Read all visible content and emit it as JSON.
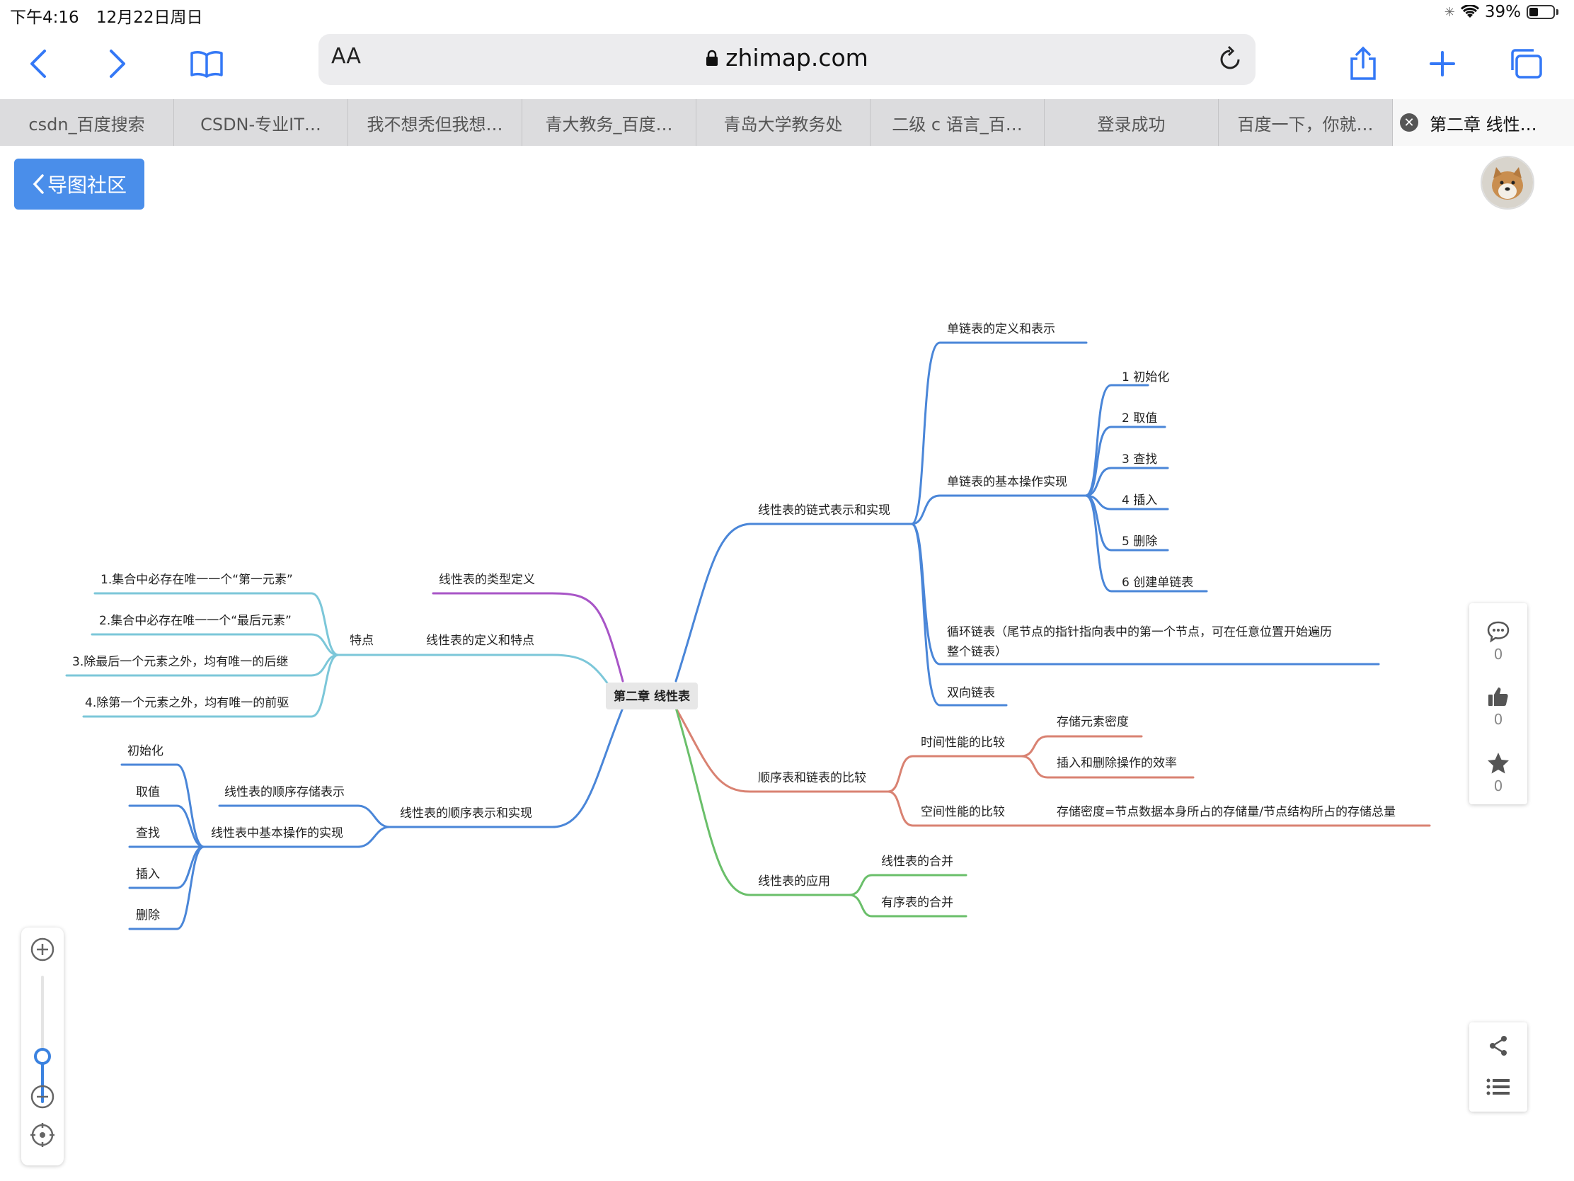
{
  "status_bar": {
    "time": "下午4:16",
    "date": "12月22日周日",
    "battery": "39%",
    "battery_level": 0.39
  },
  "browser": {
    "aa_label": "AA",
    "url": "zhimap.com",
    "tabs": [
      {
        "label": "csdn_百度搜索"
      },
      {
        "label": "CSDN-专业IT…"
      },
      {
        "label": "我不想秃但我想…"
      },
      {
        "label": "青大教务_百度…"
      },
      {
        "label": "青岛大学教务处"
      },
      {
        "label": "二级 c 语言_百…"
      },
      {
        "label": "登录成功"
      },
      {
        "label": "百度一下，你就…"
      },
      {
        "label": "第二章 线性…",
        "active": true
      }
    ]
  },
  "page": {
    "back_label": "导图社区"
  },
  "mindmap": {
    "root": "第二章 线性表",
    "colors": {
      "blue": "#4a86d8",
      "purple": "#a855c7",
      "cyan": "#7cc7d9",
      "salmon": "#d98272",
      "green": "#6abf6a"
    },
    "nodes": {
      "linked": "线性表的链式表示和实现",
      "ll_def": "单链表的定义和表示",
      "ll_ops": "单链表的基本操作实现",
      "ll_op1": "1 初始化",
      "ll_op2": "2 取值",
      "ll_op3": "3 查找",
      "ll_op4": "4 插入",
      "ll_op5": "5 删除",
      "ll_op6": "6 创建单链表",
      "circular_l1": "循环链表（尾节点的指针指向表中的第一个节点，可在任意位置开始遍历",
      "circular_l2": "整个链表）",
      "doubly": "双向链表",
      "compare": "顺序表和链表的比较",
      "time_cmp": "时间性能的比较",
      "density": "存储元素密度",
      "efficiency": "插入和删除操作的效率",
      "space_cmp": "空间性能的比较",
      "density_def": "存储密度=节点数据本身所占的存储量/节点结构所占的存储总量",
      "apply": "线性表的应用",
      "merge": "线性表的合并",
      "ordered_merge": "有序表的合并",
      "type_def": "线性表的类型定义",
      "def_feat": "线性表的定义和特点",
      "feat": "特点",
      "feat1": "1.集合中必存在唯一一个“第一元素”",
      "feat2": "2.集合中必存在唯一一个“最后元素”",
      "feat3": "3.除最后一个元素之外，均有唯一的后继",
      "feat4": "4.除第一个元素之外，均有唯一的前驱",
      "seq": "线性表的顺序表示和实现",
      "seq_store": "线性表的顺序存储表示",
      "seq_ops": "线性表中基本操作的实现",
      "sop1": "初始化",
      "sop2": "取值",
      "sop3": "查找",
      "sop4": "插入",
      "sop5": "删除"
    }
  },
  "social": {
    "comments": "0",
    "likes": "0",
    "stars": "0"
  }
}
